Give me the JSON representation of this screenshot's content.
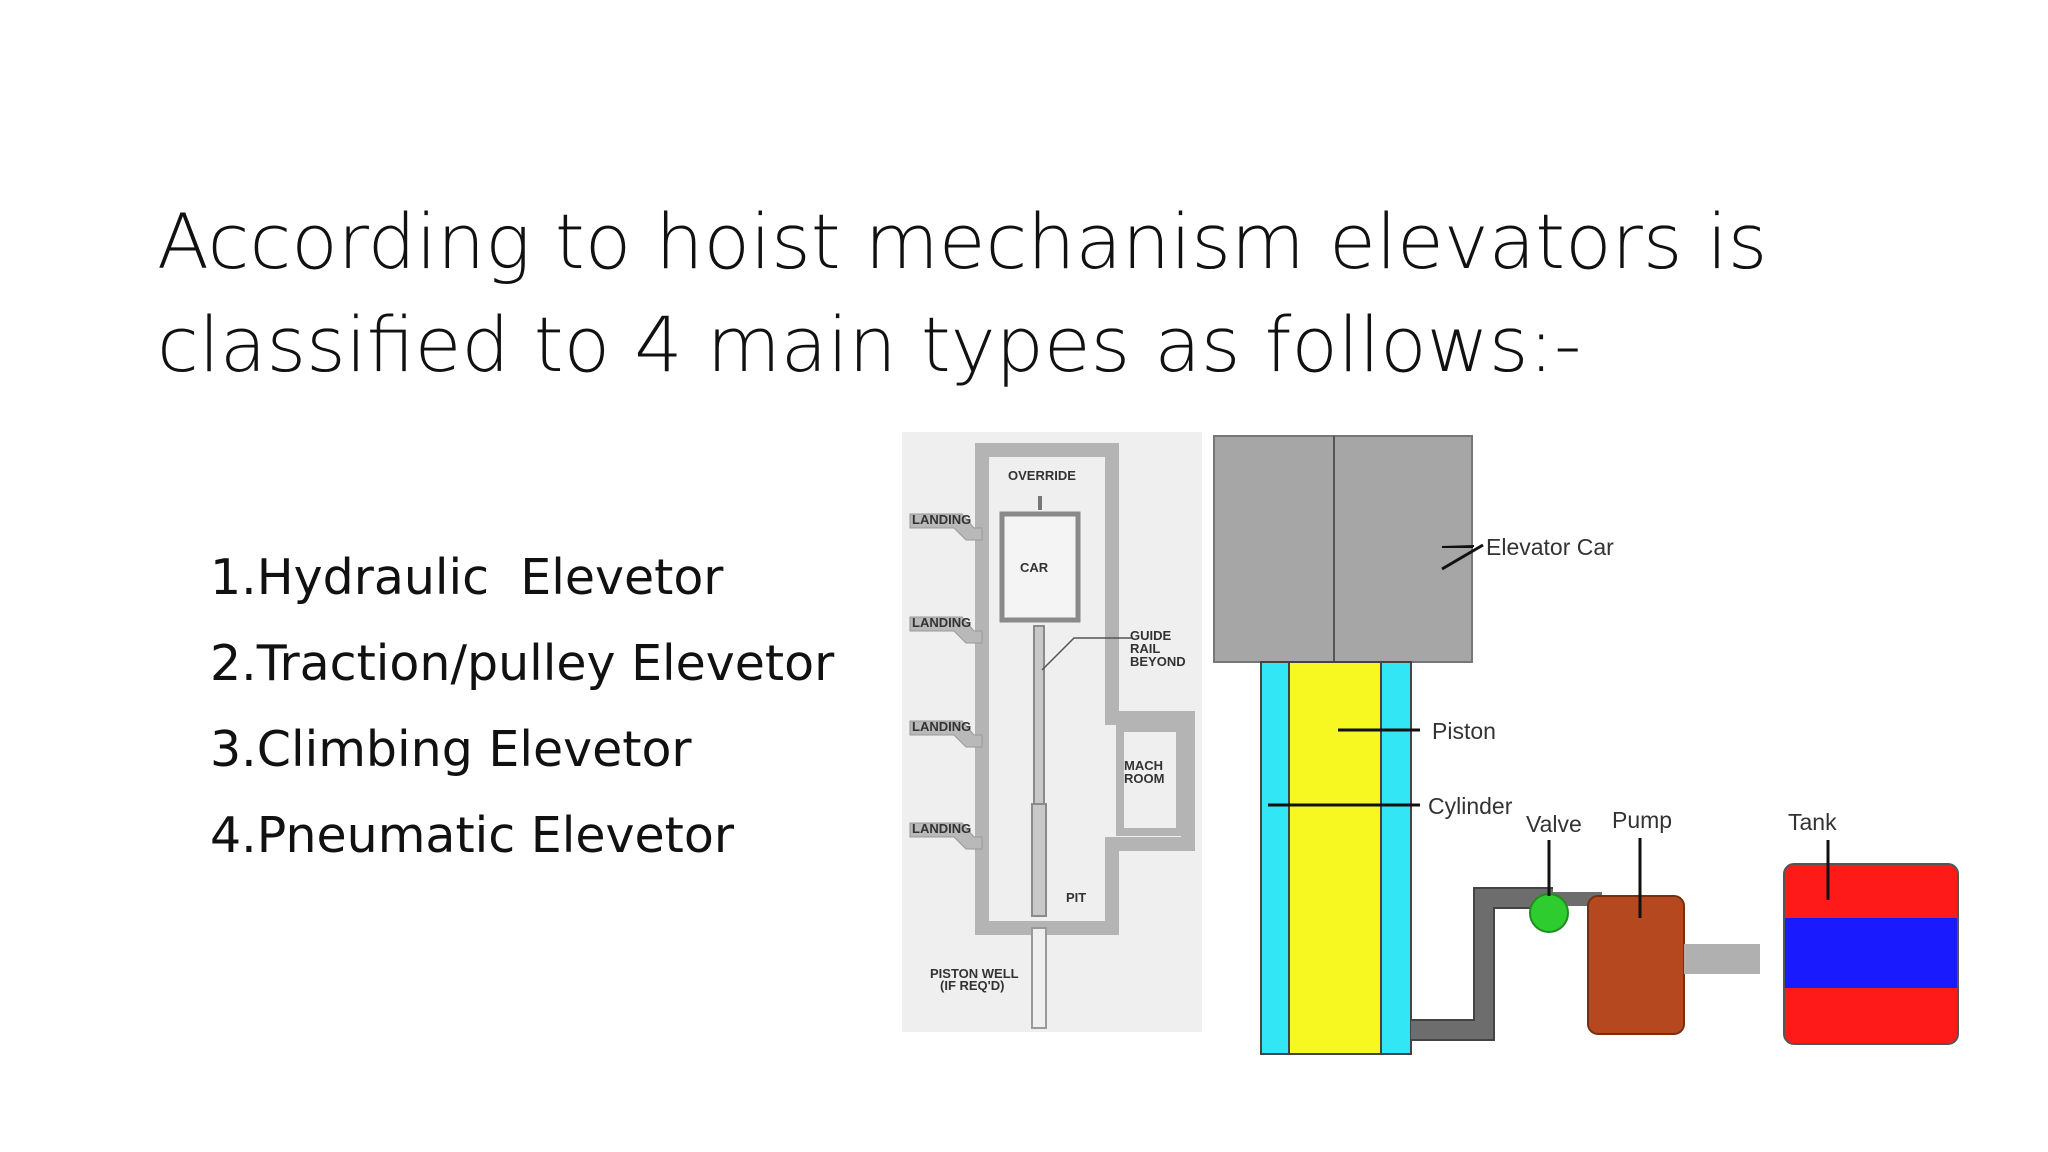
{
  "slide": {
    "title_lines": [
      "According to hoist mechanism elevators is",
      "classified to 4 main types as follows:-"
    ],
    "types": [
      "1.Hydraulic  Elevetor",
      "2.Traction/pulley Elevetor",
      "3.Climbing Elevetor",
      "4.Pneumatic Elevetor"
    ]
  },
  "shaft_diagram": {
    "override": "OVERRIDE",
    "landing": "LANDING",
    "car": "CAR",
    "guide_rail": [
      "GUIDE",
      "RAIL",
      "BEYOND"
    ],
    "mach_room": [
      "MACH",
      "ROOM"
    ],
    "pit": "PIT",
    "piston_well": [
      "PISTON WELL",
      "(IF REQ'D)"
    ]
  },
  "hydraulic_diagram": {
    "elevator_car": "Elevator Car",
    "piston": "Piston",
    "cylinder": "Cylinder",
    "valve": "Valve",
    "pump": "Pump",
    "tank": "Tank"
  },
  "colors": {
    "car": "#a6a6a6",
    "cylinder": "#33e6f5",
    "piston": "#f7f722",
    "valve": "#2ecc2e",
    "pump": "#b5481f",
    "tank_red": "#ff1a1a",
    "tank_blue": "#1a1aff",
    "pipe": "#6d6d6d"
  }
}
